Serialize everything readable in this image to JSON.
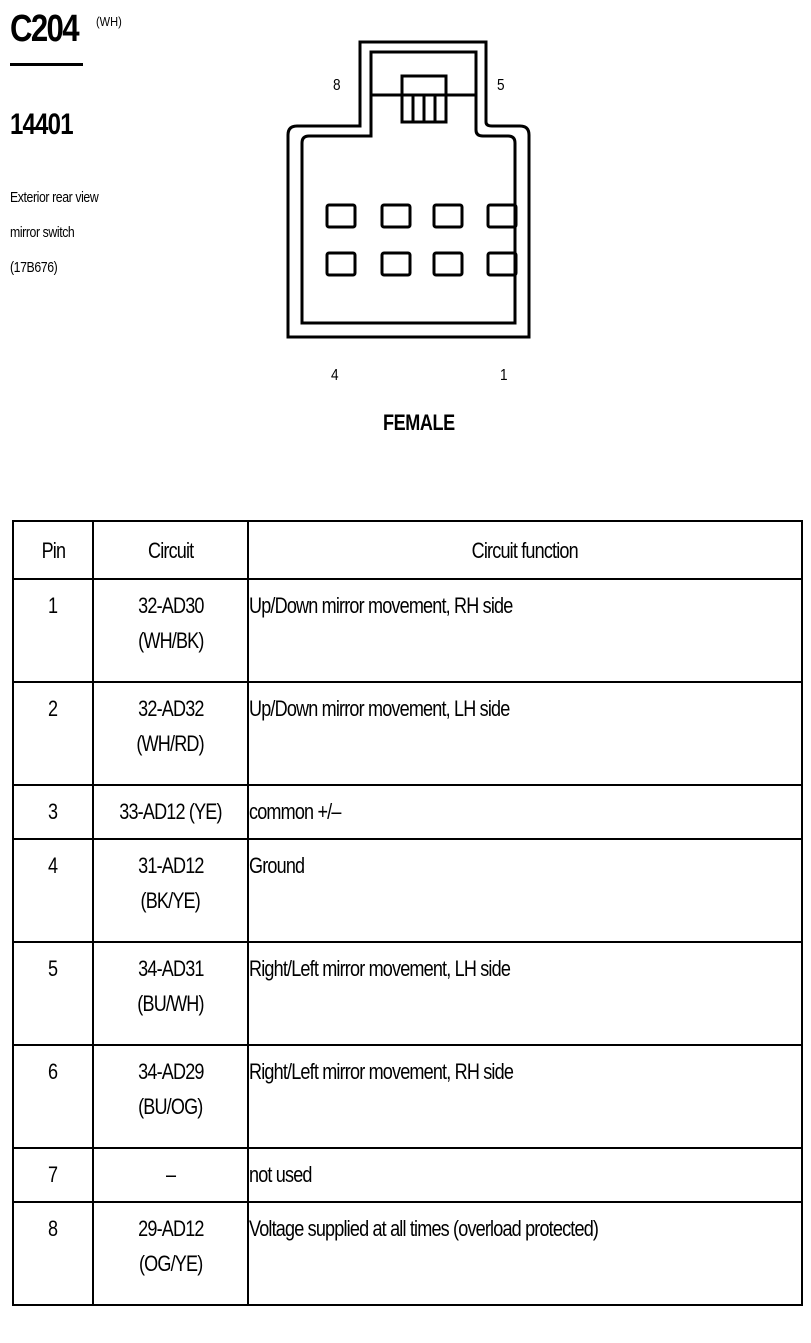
{
  "connector": {
    "id": "C204",
    "color_code": "(WH)",
    "part_number": "14401",
    "description": [
      "Exterior rear view",
      "mirror switch",
      "(17B676)"
    ],
    "gender": "FEMALE",
    "pin_labels": {
      "top_left": "8",
      "top_right": "5",
      "bottom_left": "4",
      "bottom_right": "1"
    }
  },
  "table": {
    "headers": {
      "pin": "Pin",
      "circuit": "Circuit",
      "function": "Circuit function"
    },
    "rows": [
      {
        "pin": "1",
        "circuit": [
          "32-AD30",
          "(WH/BK)"
        ],
        "function": "Up/Down mirror movement, RH side"
      },
      {
        "pin": "2",
        "circuit": [
          "32-AD32",
          "(WH/RD)"
        ],
        "function": "Up/Down mirror movement, LH side"
      },
      {
        "pin": "3",
        "circuit": [
          "33-AD12 (YE)"
        ],
        "function": "common +/–"
      },
      {
        "pin": "4",
        "circuit": [
          "31-AD12",
          "(BK/YE)"
        ],
        "function": "Ground"
      },
      {
        "pin": "5",
        "circuit": [
          "34-AD31",
          "(BU/WH)"
        ],
        "function": "Right/Left mirror movement, LH side"
      },
      {
        "pin": "6",
        "circuit": [
          "34-AD29",
          "(BU/OG)"
        ],
        "function": "Right/Left mirror movement, RH side"
      },
      {
        "pin": "7",
        "circuit": [
          "–"
        ],
        "function": "not used"
      },
      {
        "pin": "8",
        "circuit": [
          "29-AD12",
          "(OG/YE)"
        ],
        "function": "Voltage supplied at all times (overload protected)"
      }
    ]
  }
}
